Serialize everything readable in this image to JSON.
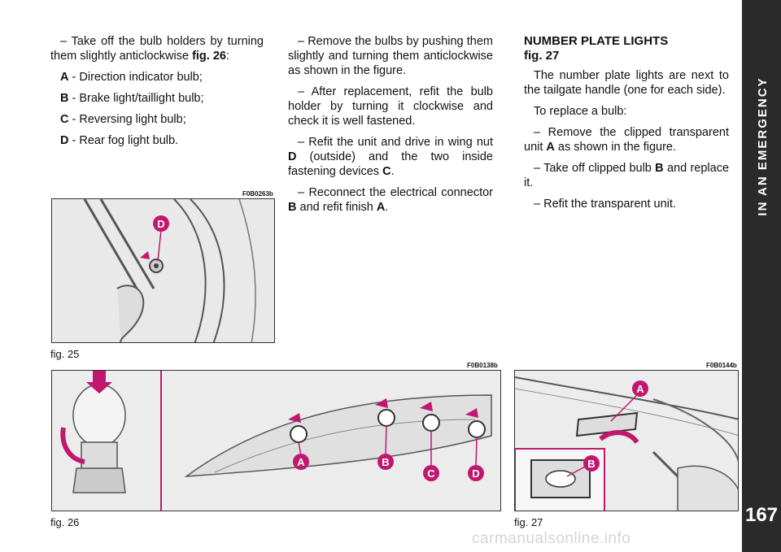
{
  "sidebar": {
    "title": "IN AN EMERGENCY",
    "page_number": "167"
  },
  "col1": {
    "intro_text": "– Take off the bulb holders by turning them slightly anticlockwise ",
    "intro_ref": "fig. 26",
    "intro_end": ":",
    "items": [
      {
        "letter": "A",
        "text": " - Direction indicator bulb;"
      },
      {
        "letter": "B",
        "text": " - Brake light/taillight bulb;"
      },
      {
        "letter": "C",
        "text": " - Reversing light bulb;"
      },
      {
        "letter": "D",
        "text": " - Rear fog light bulb."
      }
    ]
  },
  "col2": {
    "p1": "– Remove the bulbs by pushing them slightly and turning them anticlockwise as shown in the figure.",
    "p2": "– After replacement, refit the bulb holder by turning it clockwise and check it is well fastened.",
    "p3_a": "– Refit the unit and drive in wing nut ",
    "p3_d": "D",
    "p3_b": " (outside) and the two inside fastening devices ",
    "p3_c": "C",
    "p3_end": ".",
    "p4_a": "– Reconnect the electrical connector ",
    "p4_b_letter": "B",
    "p4_b": " and refit finish ",
    "p4_a_letter": "A",
    "p4_end": "."
  },
  "col3": {
    "heading_line1": "NUMBER PLATE LIGHTS",
    "heading_line2": "fig. 27",
    "p1": "The number plate lights are next to the tailgate handle (one for each side).",
    "p2": "To replace a bulb:",
    "p3_a": "– Remove the clipped transparent unit ",
    "p3_letter": "A",
    "p3_b": " as shown in the figure.",
    "p4_a": "– Take off clipped bulb ",
    "p4_letter": "B",
    "p4_b": " and replace it.",
    "p5": "– Refit the transparent unit."
  },
  "figures": {
    "fig25": {
      "code": "F0B0263b",
      "caption": "fig. 25",
      "label": "D"
    },
    "fig26": {
      "code": "F0B0138b",
      "caption": "fig. 26",
      "labels": [
        "A",
        "B",
        "C",
        "D"
      ]
    },
    "fig27": {
      "code": "F0B0144b",
      "caption": "fig. 27",
      "labels": [
        "A",
        "B"
      ]
    }
  },
  "colors": {
    "accent": "#c0186e",
    "sidebar": "#2a2a2a"
  },
  "watermark": "carmanualsonline.info"
}
